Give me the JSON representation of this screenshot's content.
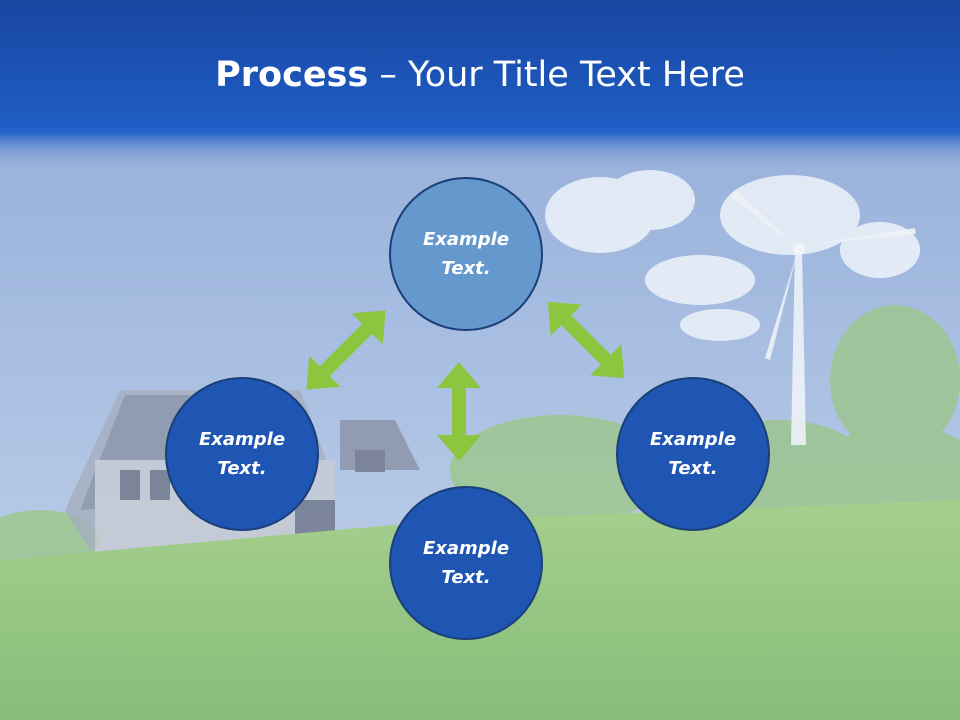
{
  "title": {
    "bold": "Process",
    "rest": " – Your Title Text Here"
  },
  "nodes": [
    {
      "id": "top",
      "line1": "Example",
      "line2": "Text."
    },
    {
      "id": "left",
      "line1": "Example",
      "line2": "Text."
    },
    {
      "id": "right",
      "line1": "Example",
      "line2": "Text."
    },
    {
      "id": "bottom",
      "line1": "Example",
      "line2": "Text."
    }
  ],
  "colors": {
    "header": "#1a4fa8",
    "node_top": "#6598cc",
    "node": "#1f56b3",
    "node_border": "#1b3f78",
    "arrow": "#8cc63f"
  }
}
